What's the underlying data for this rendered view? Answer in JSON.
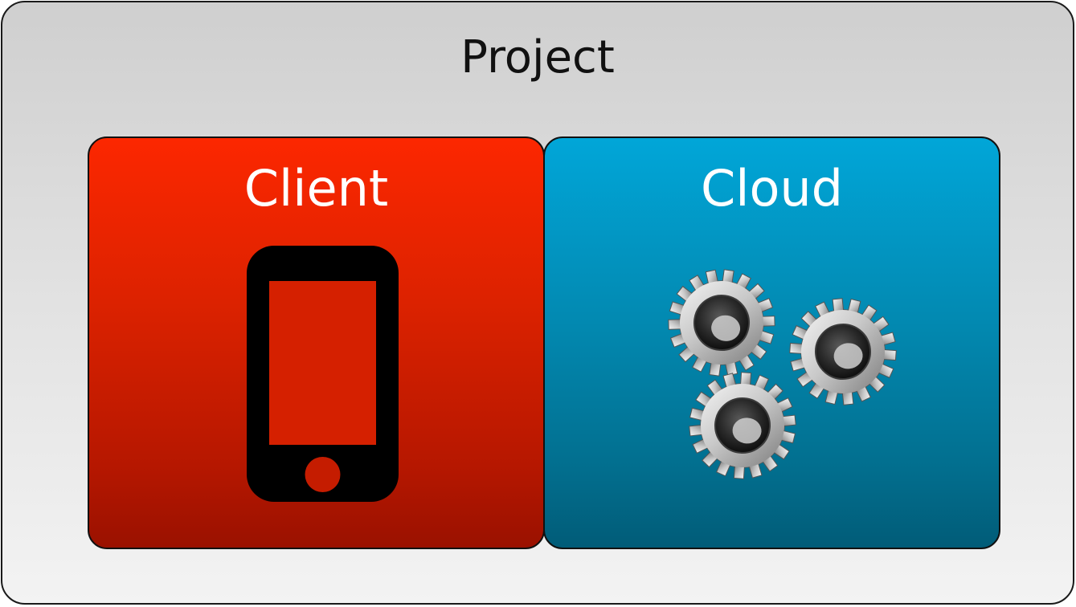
{
  "project": {
    "title": "Project"
  },
  "panels": {
    "client": {
      "title": "Client",
      "icon": "smartphone-icon",
      "color": "#fc2700"
    },
    "cloud": {
      "title": "Cloud",
      "icon": "gears-icon",
      "color": "#01a6d8"
    }
  }
}
